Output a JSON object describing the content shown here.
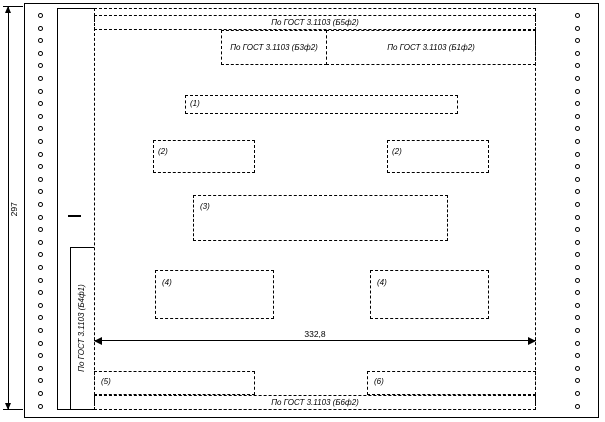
{
  "dimensions": {
    "height_label": "297",
    "width_label": "332,8"
  },
  "gost_blocks": {
    "top": "По ГОСТ 3.1103 (Б5ф2)",
    "b3": "По ГОСТ 3.1103 (Б3ф2)",
    "b1": "По ГОСТ 3.1103 (Б1ф2)",
    "left": "По ГОСТ 3.1103 (Б4ф1)",
    "bottom": "По ГОСТ 3.1103 (Б6ф2)"
  },
  "zones": {
    "z1": "(1)",
    "z2_left": "(2)",
    "z2_right": "(2)",
    "z3": "(3)",
    "z4_left": "(4)",
    "z4_right": "(4)",
    "z5": "(5)",
    "z6": "(6)"
  },
  "colors": {
    "line": "#000000",
    "background": "#ffffff"
  }
}
